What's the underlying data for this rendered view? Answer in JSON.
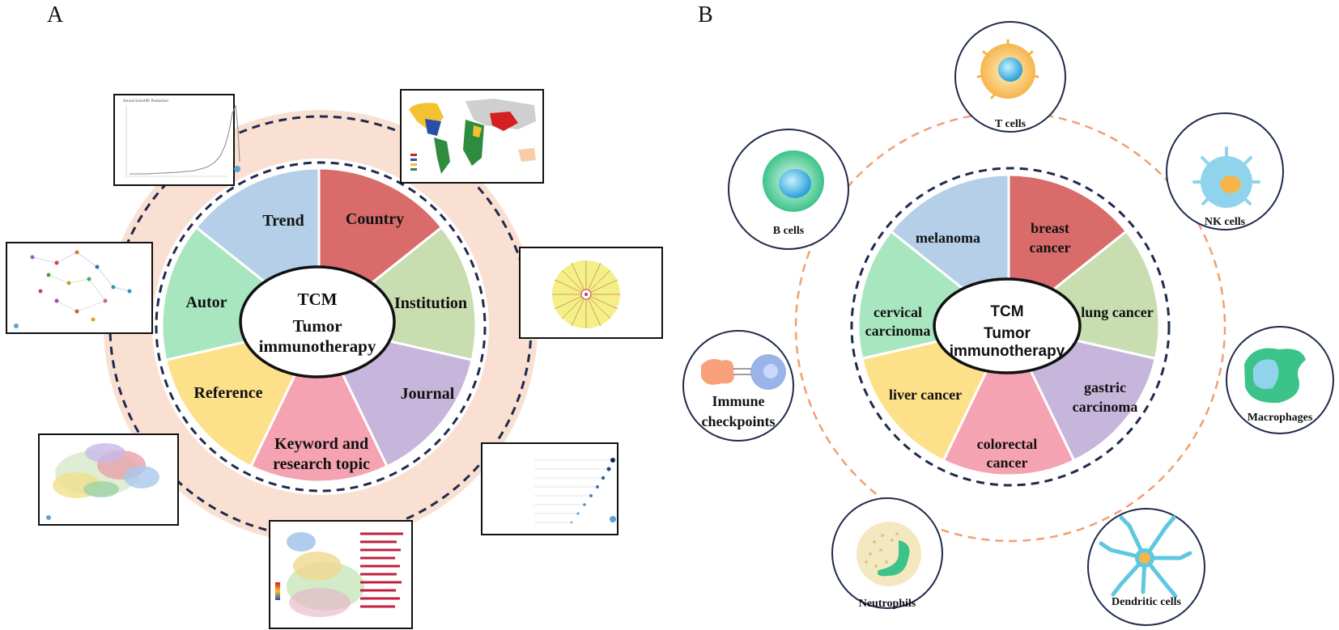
{
  "panel_a": {
    "letter": "A",
    "center_line1": "TCM",
    "center_line2": "Tumor",
    "center_line3": "immunotherapy",
    "segments": [
      {
        "label": "Country",
        "color": "#d96b6b"
      },
      {
        "label": "Institution",
        "color": "#c8ddb0"
      },
      {
        "label": "Journal",
        "color": "#c7b6dc"
      },
      {
        "label_line1": "Keyword and",
        "label_line2": "research topic",
        "color": "#f5a3b3"
      },
      {
        "label": "Reference",
        "color": "#fde08a"
      },
      {
        "label": "Autor",
        "color": "#a8e6c0"
      },
      {
        "label": "Trend",
        "color": "#b5cfe8"
      }
    ],
    "ring_color": "#f9e0d2",
    "thumbnails": {
      "trend_title": "Annual Scientific Production"
    }
  },
  "panel_b": {
    "letter": "B",
    "center_line1": "TCM",
    "center_line2": "Tumor",
    "center_line3": "immunotherapy",
    "segments": [
      {
        "label_line1": "breast",
        "label_line2": "cancer",
        "color": "#d96b6b"
      },
      {
        "label": "lung cancer",
        "color": "#c8ddb0"
      },
      {
        "label_line1": "gastric",
        "label_line2": "carcinoma",
        "color": "#c7b6dc"
      },
      {
        "label_line1": "colorectal",
        "label_line2": "cancer",
        "color": "#f5a3b3"
      },
      {
        "label": "liver cancer",
        "color": "#fde08a"
      },
      {
        "label_line1": "cervical",
        "label_line2": "carcinoma",
        "color": "#a8e6c0"
      },
      {
        "label": "melanoma",
        "color": "#b5cfe8"
      }
    ],
    "cells": {
      "t_cells": "T cells",
      "b_cells": "B cells",
      "nk_cells": "NK cells",
      "immune_line1": "Immune",
      "immune_line2": "checkpoints",
      "macrophages": "Macrophages",
      "neutrophils": "Neutrophils",
      "dendritic": "Dendritic cells"
    }
  }
}
